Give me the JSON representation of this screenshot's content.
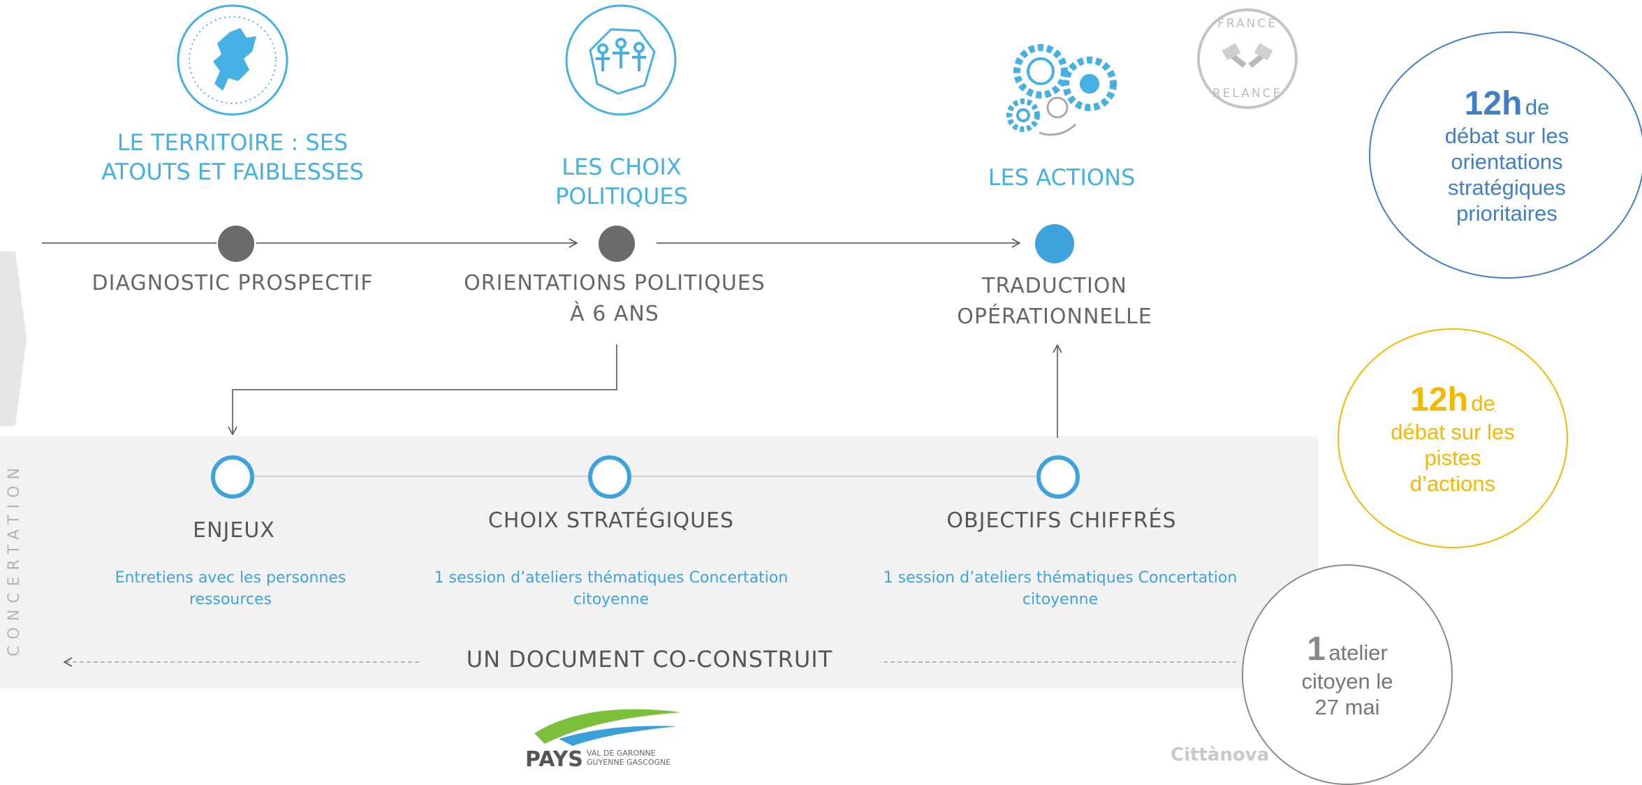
{
  "vertical_label": "CONCERTATION",
  "top_titles": [
    "LE TERRITOIRE : SES ATOUTS ET FAIBLESSES",
    "LES CHOIX POLITIQUES",
    "LES ACTIONS"
  ],
  "stages": [
    "DIAGNOSTIC PROSPECTIF",
    "ORIENTATIONS POLITIQUES À 6 ANS",
    "TRADUCTION OPÉRATIONNELLE"
  ],
  "steps": [
    "ENJEUX",
    "CHOIX STRATÉGIQUES",
    "OBJECTIFS CHIFFRÉS"
  ],
  "descriptions": [
    "Entretiens avec les personnes ressources",
    "1  session d’ateliers thématiques Concertation citoyenne",
    "1  session d’ateliers thématiques Concertation citoyenne"
  ],
  "document_label": "UN DOCUMENT CO-CONSTRUIT",
  "bubbles": [
    {
      "number": "12h",
      "unit": "de",
      "text": "débat sur les orientations stratégiques prioritaires",
      "color": "#3f7fc8"
    },
    {
      "number": "12h",
      "unit": "de",
      "text": "débat sur les pistes d’actions",
      "color": "#f5b800"
    },
    {
      "number": "1",
      "unit": "atelier",
      "text": "citoyen le 27 mai",
      "color": "#8a8a8a"
    }
  ],
  "logos": {
    "france_relance_top": "FRANCE",
    "france_relance_bottom": "RELANCE",
    "pays": "PAYS",
    "pays_sub_1": "VAL DE GARONNE",
    "pays_sub_2": "GUYENNE GASCOGNE",
    "cittanova": "Cittànova"
  },
  "colors": {
    "accent_blue": "#45b0e3",
    "node_gray": "#6b6b6b",
    "node_blue": "#3ea3dd",
    "band": "#f2f2f2"
  }
}
